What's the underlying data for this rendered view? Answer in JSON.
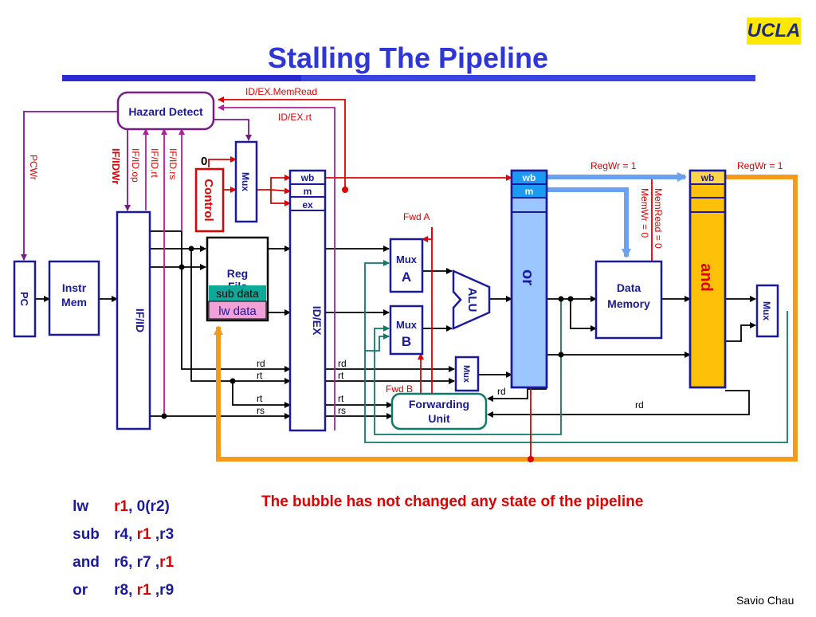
{
  "slide": {
    "title": "Stalling The Pipeline",
    "logo": "UCLA",
    "author": "Savio Chau",
    "note": "The bubble has not changed any state of the pipeline"
  },
  "diagram": {
    "hazard_detect": "Hazard Detect",
    "pc": "PC",
    "instr_mem": [
      "Instr",
      "Mem"
    ],
    "if_id": "IF/ID",
    "id_ex": "ID/EX",
    "control": "Control",
    "zero": "0",
    "mux": "Mux",
    "reg_file": [
      "Reg",
      "File"
    ],
    "sub_data": "sub data",
    "lw_data": "lw data",
    "mux_a": [
      "Mux",
      "A"
    ],
    "mux_b": [
      "Mux",
      "B"
    ],
    "alu": "ALU",
    "forwarding_unit": [
      "Forwarding",
      "Unit"
    ],
    "ex_mem_stage": "or",
    "mem_wb_stage": "and",
    "data_memory": [
      "Data",
      "Memory"
    ],
    "pipe_fields": {
      "wb": "wb",
      "m": "m",
      "ex": "ex"
    },
    "signals": {
      "pcwr": "PCWr",
      "ifidwr": "IF/IDWr",
      "ifid_op": "IF/ID.op",
      "ifid_rt": "IF/ID.rt",
      "ifid_rs": "IF/ID.rs",
      "idex_memread": "ID/EX.MemRead",
      "idex_rt": "ID/EX.rt",
      "regwr1": "RegWr = 1",
      "regwr2": "RegWr = 1",
      "memread": "MemRead = 0",
      "memwr": "MemWr = 0",
      "fwd_a": "Fwd A",
      "fwd_b": "Fwd B",
      "rd1": "rd",
      "rt1": "rt",
      "rt2": "rt",
      "rs1": "rs",
      "rd2": "rd",
      "rt3": "rt",
      "rt4": "rt",
      "rs2": "rs",
      "rd3": "rd",
      "rd4": "rd"
    }
  },
  "instructions": [
    {
      "op": "lw",
      "args": [
        {
          "t": "r1",
          "hl": true
        },
        {
          "t": ", 0(r2)",
          "hl": false
        }
      ]
    },
    {
      "op": "sub",
      "args": [
        {
          "t": "r4, ",
          "hl": false
        },
        {
          "t": "r1",
          "hl": true
        },
        {
          "t": " ,r3",
          "hl": false
        }
      ]
    },
    {
      "op": "and",
      "args": [
        {
          "t": "r6, r7 ,",
          "hl": false
        },
        {
          "t": "r1",
          "hl": true
        }
      ]
    },
    {
      "op": "or",
      "args": [
        {
          "t": "r8, ",
          "hl": false
        },
        {
          "t": "r1",
          "hl": true
        },
        {
          "t": " ,r9",
          "hl": false
        }
      ]
    }
  ]
}
